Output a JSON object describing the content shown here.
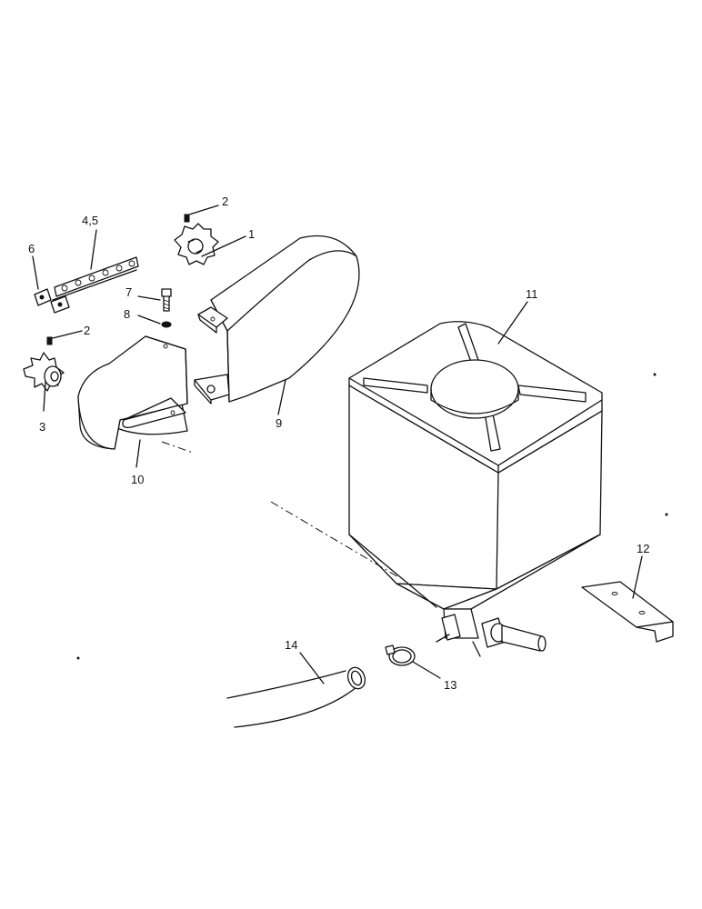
{
  "callouts": [
    {
      "id": "c1",
      "text": "1"
    },
    {
      "id": "c2a",
      "text": "2"
    },
    {
      "id": "c2b",
      "text": "2"
    },
    {
      "id": "c3",
      "text": "3"
    },
    {
      "id": "c45",
      "text": "4,5"
    },
    {
      "id": "c6",
      "text": "6"
    },
    {
      "id": "c7",
      "text": "7"
    },
    {
      "id": "c8",
      "text": "8"
    },
    {
      "id": "c9",
      "text": "9"
    },
    {
      "id": "c10",
      "text": "10"
    },
    {
      "id": "c11",
      "text": "11"
    },
    {
      "id": "c12",
      "text": "12"
    },
    {
      "id": "c13",
      "text": "13"
    },
    {
      "id": "c14",
      "text": "14"
    }
  ]
}
